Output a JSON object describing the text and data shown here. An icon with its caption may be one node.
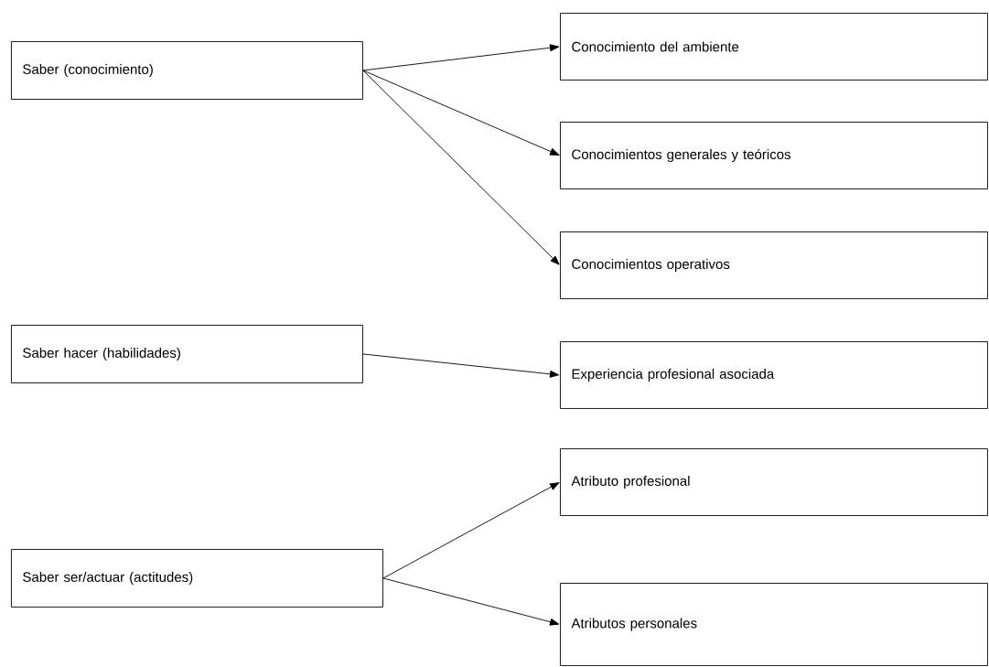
{
  "diagram": {
    "nodes": [
      {
        "text": [
          "Saber (conocimiento)"
        ]
      },
      {
        "text": [
          "Conocimiento del ambiente"
        ]
      },
      {
        "text": [
          "Conocimientos generales y teóricos"
        ]
      },
      {
        "text": [
          "Conocimientos operativos"
        ]
      },
      {
        "text": [
          "Saber hacer (habilidades)"
        ]
      },
      {
        "text": [
          "Experiencia profesional asociada"
        ]
      },
      {
        "text": [
          "Atributo profesional"
        ]
      },
      {
        "text": [
          "Saber ser/actuar (actitudes)"
        ]
      },
      {
        "text": [
          "Atributos personales"
        ]
      }
    ],
    "edges": [
      {
        "from": 0,
        "to": 1,
        "arrow": "to"
      },
      {
        "from": 0,
        "to": 2,
        "arrow": "to"
      },
      {
        "from": 0,
        "to": 3,
        "arrow": "to"
      },
      {
        "from": 4,
        "to": 5,
        "arrow": "to"
      },
      {
        "from": 7,
        "to": 6,
        "arrow": "to"
      },
      {
        "from": 7,
        "to": 8,
        "arrow": "to"
      }
    ]
  }
}
